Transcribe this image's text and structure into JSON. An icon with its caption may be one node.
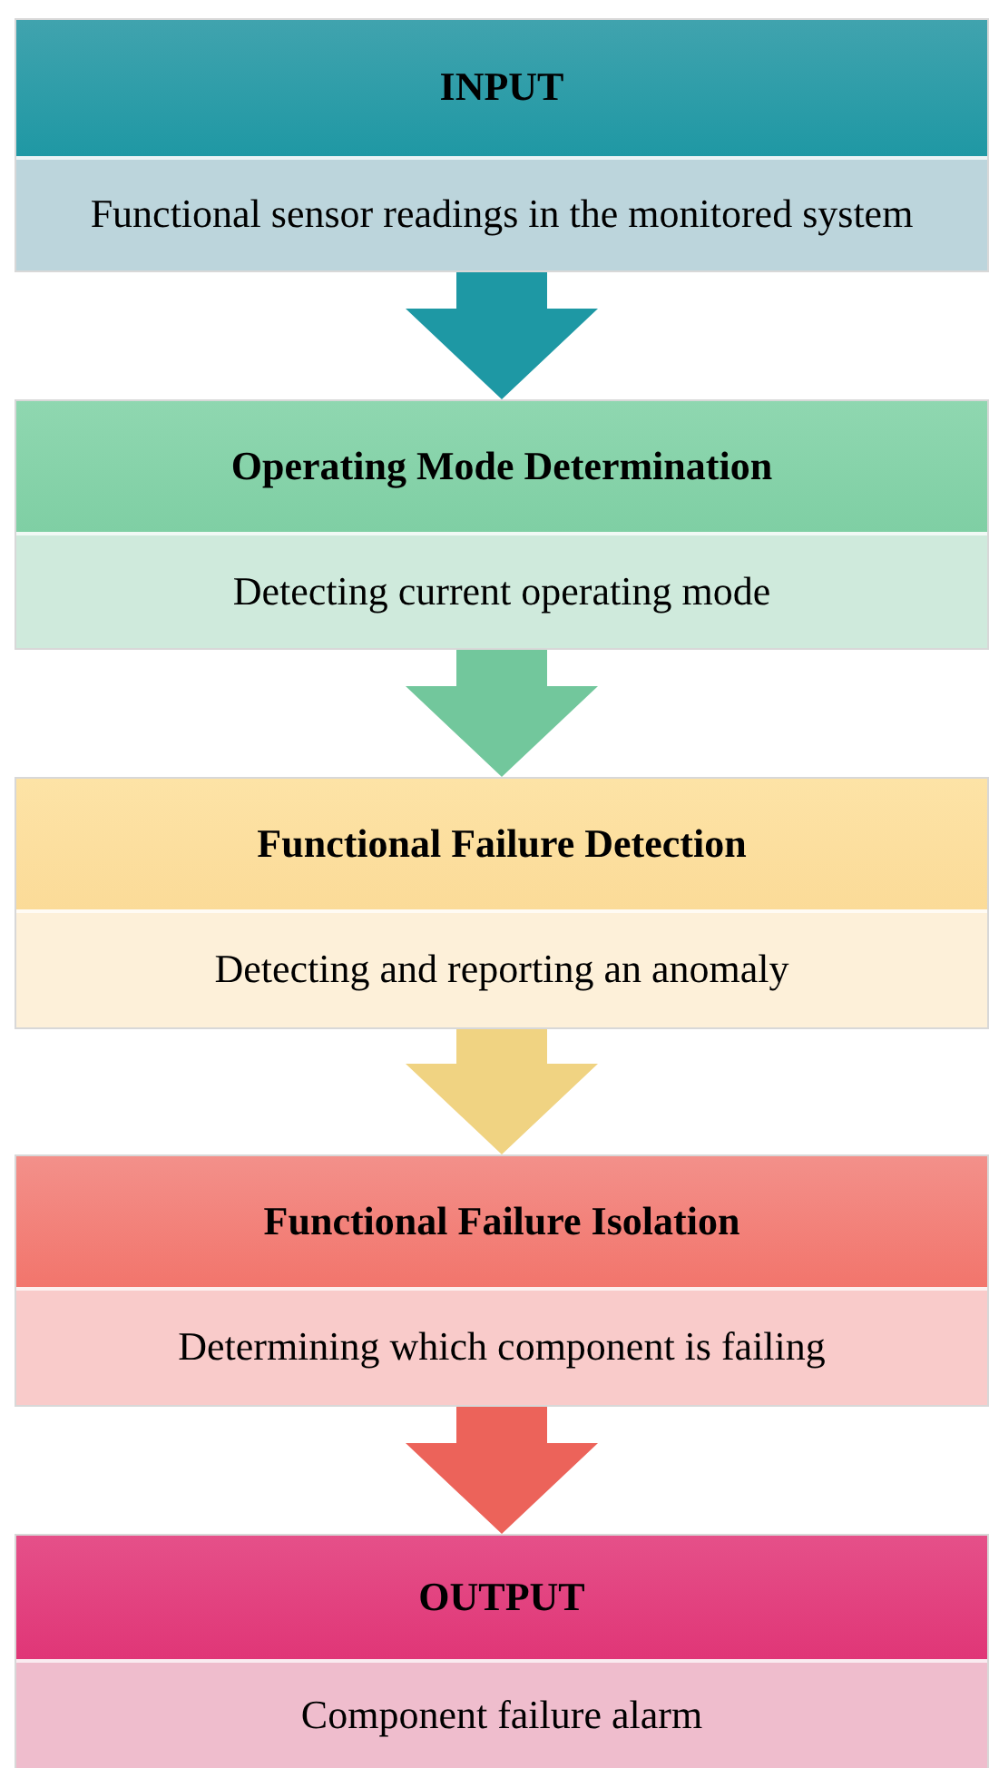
{
  "diagram": {
    "nodes": [
      {
        "text": [
          "INPUT",
          "Functional sensor readings in the monitored system"
        ]
      },
      {
        "text": [
          "Operating Mode Determination",
          "Detecting current operating mode"
        ]
      },
      {
        "text": [
          "Functional Failure Detection",
          "Detecting and reporting an anomaly"
        ]
      },
      {
        "text": [
          "Functional Failure Isolation",
          "Determining which component is failing"
        ]
      },
      {
        "text": [
          "OUTPUT",
          "Component failure alarm"
        ]
      }
    ],
    "edges": [
      {
        "from": 0,
        "to": 1,
        "arrow": "to",
        "color": "#1e98a4"
      },
      {
        "from": 1,
        "to": 2,
        "arrow": "to",
        "color": "#72c79c"
      },
      {
        "from": 2,
        "to": 3,
        "arrow": "to",
        "color": "#f0d382"
      },
      {
        "from": 3,
        "to": 4,
        "arrow": "to",
        "color": "#ec635a"
      }
    ]
  }
}
